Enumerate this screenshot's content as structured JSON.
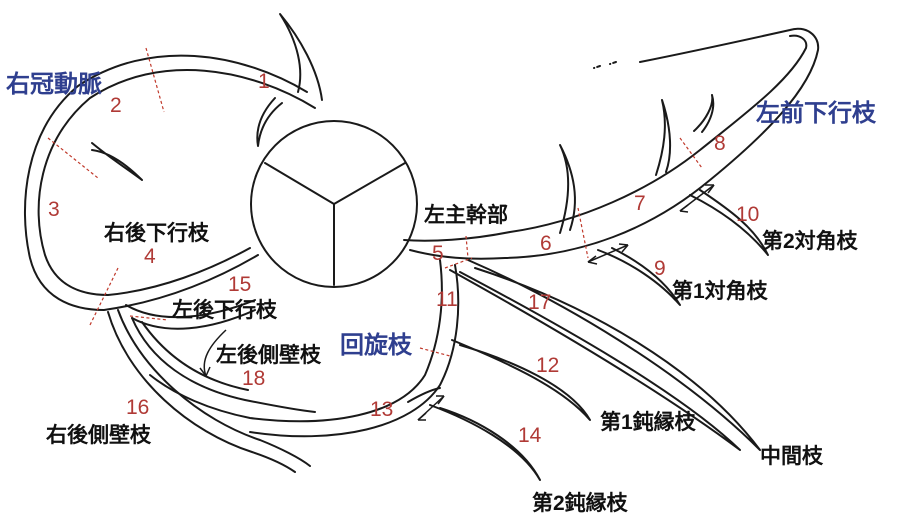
{
  "colors": {
    "artery": "#1a1a1a",
    "main_label": "#2f3f8f",
    "segment_number": "#b03a36",
    "boundary": "#c0392b"
  },
  "labels": {
    "rca": "右冠動脈",
    "lad": "左前下行枝",
    "lcx": "回旋枝",
    "lmt": "左主幹部",
    "pd_right": "右後下行枝",
    "pd_left": "左後下行枝",
    "pl_left": "左後側壁枝",
    "pl_right": "右後側壁枝",
    "d1": "第1対角枝",
    "d2": "第2対角枝",
    "om1": "第1鈍縁枝",
    "om2": "第2鈍縁枝",
    "intermediate": "中間枝"
  },
  "segments": {
    "s1": "1",
    "s2": "2",
    "s3": "3",
    "s4": "4",
    "s5": "5",
    "s6": "6",
    "s7": "7",
    "s8": "8",
    "s9": "9",
    "s10": "10",
    "s11": "11",
    "s12": "12",
    "s13": "13",
    "s14": "14",
    "s15": "15",
    "s16": "16",
    "s17": "17",
    "s18": "18"
  }
}
